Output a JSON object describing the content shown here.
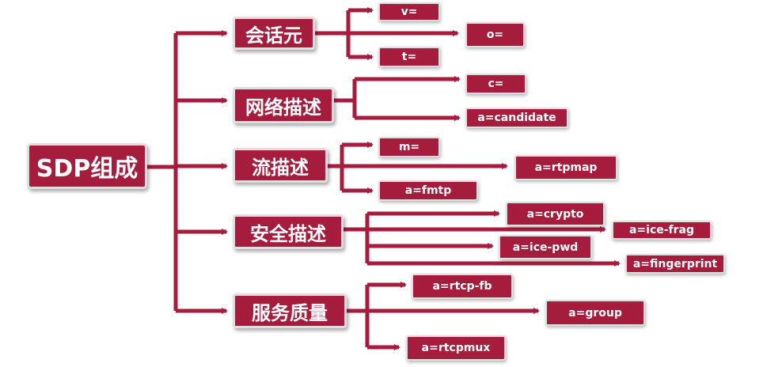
{
  "root": {
    "label": "SDP组成"
  },
  "categories": [
    {
      "label": "会话元",
      "items": [
        "v=",
        "o=",
        "t="
      ]
    },
    {
      "label": "网络描述",
      "items": [
        "c=",
        "a=candidate"
      ]
    },
    {
      "label": "流描述",
      "items": [
        "m=",
        "a=rtpmap",
        "a=fmtp"
      ]
    },
    {
      "label": "安全描述",
      "items": [
        "a=crypto",
        "a=ice-frag",
        "a=ice-pwd",
        "a=fingerprint"
      ]
    },
    {
      "label": "服务质量",
      "items": [
        "a=rtcp-fb",
        "a=group",
        "a=rtcpmux"
      ]
    }
  ],
  "colors": {
    "box": "#a61c3c",
    "line": "#a61c3c",
    "border": "#e2dede",
    "text": "#ffffff"
  }
}
